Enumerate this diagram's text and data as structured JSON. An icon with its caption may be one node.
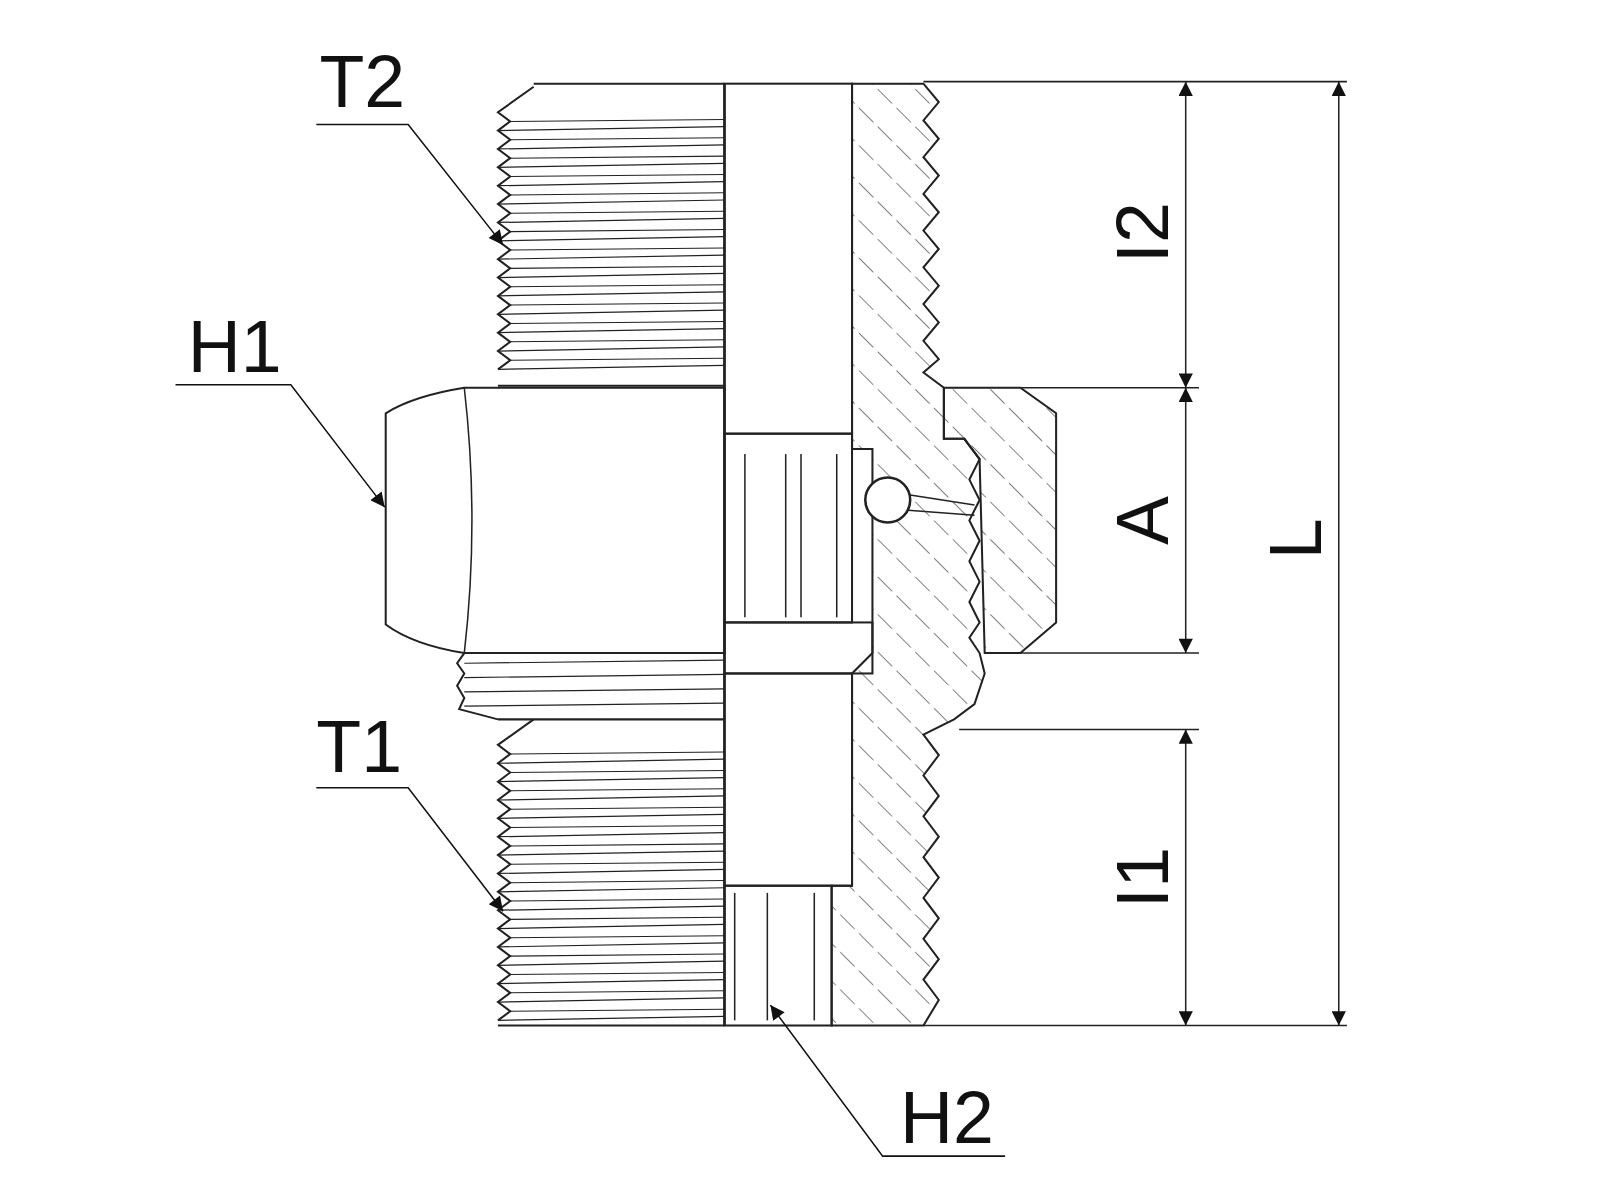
{
  "diagram": {
    "nodes": [
      {
        "text": [
          "T2"
        ]
      },
      {
        "text": [
          "H1"
        ]
      },
      {
        "text": [
          "T1"
        ]
      },
      {
        "text": [
          "H2"
        ]
      },
      {
        "text": [],
        "shape": "picture"
      },
      {
        "text": [],
        "shape": "picture"
      },
      {
        "text": [],
        "shape": "picture"
      },
      {
        "text": [],
        "shape": "picture"
      }
    ],
    "edges": [
      {
        "from": 0,
        "to": 4,
        "arrow": "to"
      },
      {
        "from": 1,
        "to": 5,
        "arrow": "to"
      },
      {
        "from": 2,
        "to": 6,
        "arrow": "to"
      },
      {
        "from": 3,
        "to": 7,
        "arrow": "to"
      }
    ],
    "labels": [
      "I2",
      "A",
      "L",
      "I1"
    ]
  }
}
